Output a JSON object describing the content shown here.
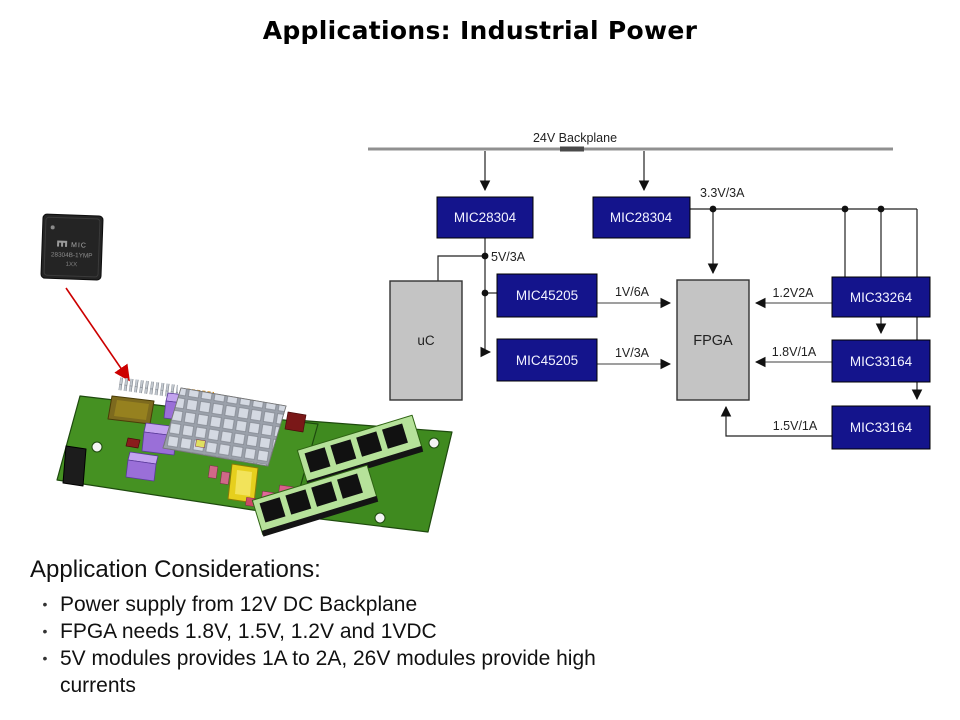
{
  "slide": {
    "title": "Applications: Industrial Power"
  },
  "diagram": {
    "bus_label": "24V Backplane",
    "nodes": {
      "reg_left": "MIC28304",
      "reg_right": "MIC28304",
      "uc": "uC",
      "fpga": "FPGA",
      "buck_top": "MIC45205",
      "buck_bottom": "MIC45205",
      "ldo_12": "MIC33264",
      "ldo_18": "MIC33164",
      "ldo_15": "MIC33164"
    },
    "rails": {
      "v5": "5V/3A",
      "v33": "3.3V/3A",
      "v1_6a": "1V/6A",
      "v1_3a": "1V/3A",
      "v1_2": "1.2V2A",
      "v1_8": "1.8V/1A",
      "v1_5": "1.5V/1A"
    }
  },
  "chip_photo": {
    "line1": "MIC",
    "line2": "28304B-1YMP",
    "line3": "1XX"
  },
  "considerations": {
    "heading": "Application Considerations:",
    "bullets": [
      "Power supply from 12V DC Backplane",
      "FPGA needs 1.8V, 1.5V, 1.2V and 1VDC",
      "5V modules provides 1A to 2A, 26V modules provide high currents"
    ]
  },
  "colors": {
    "module_blue": "#14148C",
    "block_gray": "#C4C4C4",
    "bus_gray": "#909090",
    "callout_red": "#CC0000"
  }
}
